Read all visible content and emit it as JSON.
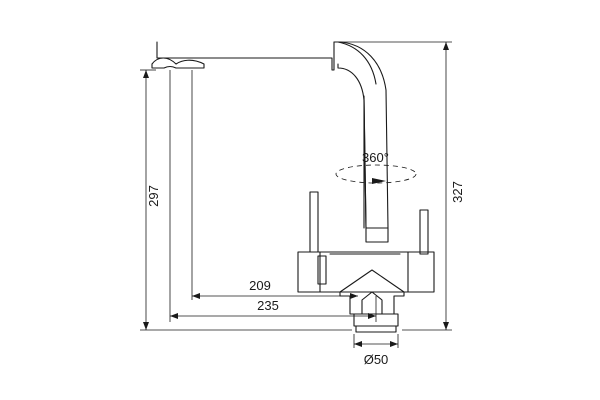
{
  "drawing": {
    "dimensions": {
      "total_height": "327",
      "spout_height": "297",
      "reach_inner": "209",
      "reach_outer": "235",
      "rotation": "360°",
      "base_diameter": "Ø50"
    }
  }
}
